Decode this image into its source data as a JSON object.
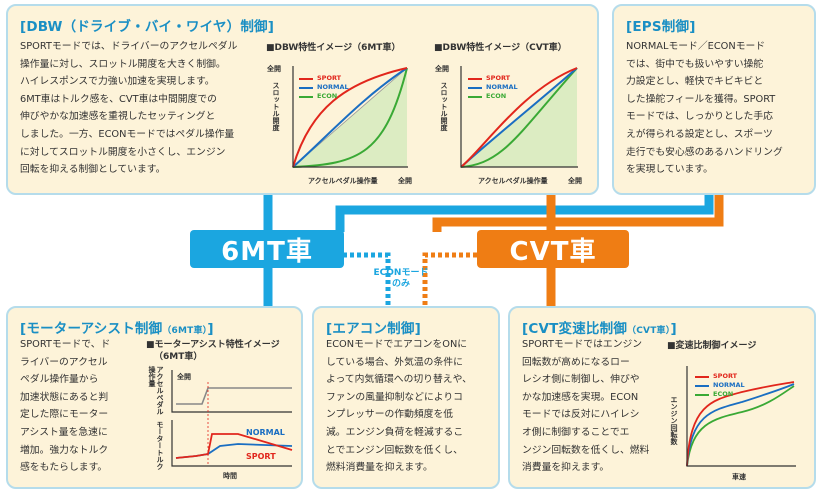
{
  "colors": {
    "blue": "#1ba6e0",
    "orange": "#ef7d14",
    "sport": "#e1261c",
    "normal": "#1a6ec2",
    "econ": "#3aa935",
    "title": "#1a8fc4"
  },
  "dbw": {
    "title": "[DBW（ドライブ・バイ・ワイヤ）制御]",
    "lines": [
      "SPORTモードでは、ドライバーのアクセルペダル",
      "操作量に対し、スロットル開度を大きく制御。",
      "ハイレスポンスで力強い加速を実現します。",
      "6MT車はトルク感を、CVT車は中間開度での",
      "伸びやかな加速感を重視したセッティングと",
      "しました。一方、ECONモードではペダル操作量",
      "に対してスロットル開度を小さくし、エンジン",
      "回転を抑える制御としています。"
    ],
    "chart1": {
      "title": "■DBW特性イメージ（6MT車）",
      "ylabel": "スロットル開度",
      "ymax": "全開",
      "xlabel": "アクセルペダル操作量",
      "xmax": "全開"
    },
    "chart2": {
      "title": "■DBW特性イメージ（CVT車）",
      "ylabel": "スロットル開度",
      "ymax": "全開",
      "xlabel": "アクセルペダル操作量",
      "xmax": "全開"
    },
    "legend": [
      "SPORT",
      "NORMAL",
      "ECON"
    ]
  },
  "eps": {
    "title": "[EPS制御]",
    "lines": [
      "NORMALモード／ECONモード",
      "では、街中でも扱いやすい操舵",
      "力設定とし、軽快でキビキビと",
      "した操舵フィールを獲得。SPORT",
      "モードでは、しっかりとした手応",
      "えが得られる設定とし、スポーツ",
      "走行でも安心感のあるハンドリング",
      "を実現しています。"
    ]
  },
  "bands": {
    "mt": "6MT車",
    "cvt": "CVT車",
    "econ_only": [
      "ECONモード",
      "のみ"
    ]
  },
  "motor": {
    "title": "[モーターアシスト制御",
    "title_small": "（6MT車）",
    "title_end": "]",
    "lines": [
      "SPORTモードで、ド",
      "ライバーのアクセル",
      "ペダル操作量から",
      "加速状態にあると判",
      "定した際にモーター",
      "アシスト量を急速に",
      "増加。強力なトルク",
      "感をもたらします。"
    ],
    "chart": {
      "title": "■モーターアシスト特性イメージ",
      "title2": "（6MT車）",
      "ylabel1": "アクセルペダル操作量",
      "ymax": "全開",
      "ylabel2": "モータートルク",
      "xlabel": "時間",
      "normal": "NORMAL",
      "sport": "SPORT"
    }
  },
  "aircon": {
    "title": "[エアコン制御]",
    "lines": [
      "ECONモードでエアコンをONに",
      "している場合、外気温の条件に",
      "よって内気循環への切り替えや、",
      "ファンの風量抑制などによりコ",
      "ンプレッサーの作動頻度を低",
      "減。エンジン負荷を軽減するこ",
      "とでエンジン回転数を低くし、",
      "燃料消費量を抑えます。"
    ]
  },
  "cvt": {
    "title": "[CVT変速比制御",
    "title_small": "（CVT車）",
    "title_end": "]",
    "lines": [
      "SPORTモードではエンジン",
      "回転数が高めになるロー",
      "レシオ側に制御し、伸びや",
      "かな加速感を実現。ECON",
      "モードでは反対にハイレシ",
      "オ側に制御することでエ",
      "ンジン回転数を低くし、燃料",
      "消費量を抑えます。"
    ],
    "chart": {
      "title": "■変速比制御イメージ",
      "ylabel": "エンジン回転数",
      "xlabel": "車速"
    },
    "legend": [
      "SPORT",
      "NORMAL",
      "ECON"
    ]
  }
}
